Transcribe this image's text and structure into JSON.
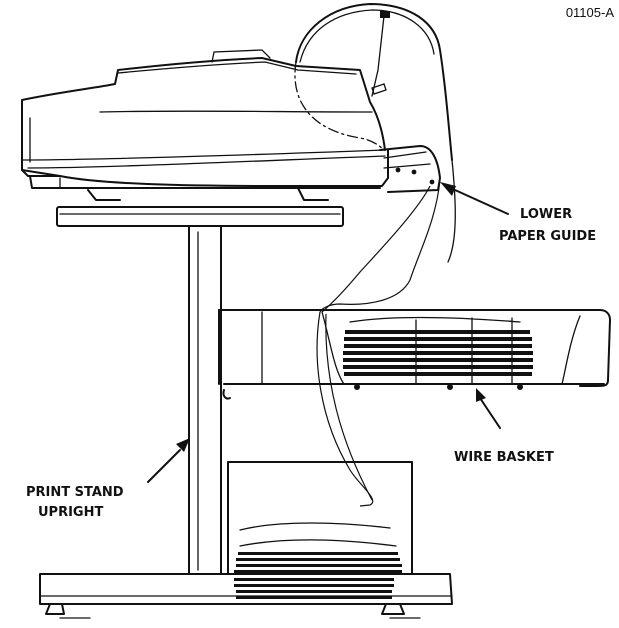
{
  "figure": {
    "id": "01105-A"
  },
  "labels": {
    "lower_paper_guide": [
      "LOWER",
      "PAPER GUIDE"
    ],
    "wire_basket": "WIRE BASKET",
    "print_stand_upright": [
      "PRINT STAND",
      "UPRIGHT"
    ]
  },
  "colors": {
    "ink": "#111111",
    "background": "#ffffff"
  }
}
